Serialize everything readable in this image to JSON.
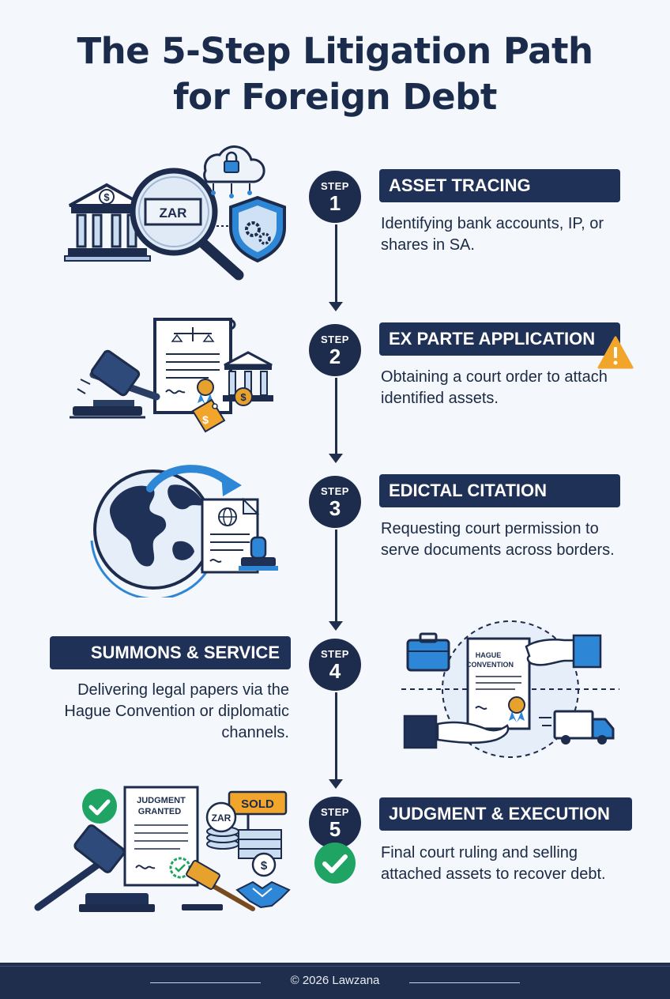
{
  "title": {
    "line1": "The 5-Step Litigation Path",
    "line2": "for Foreign Debt"
  },
  "steps": [
    {
      "label": "STEP",
      "number": "1",
      "heading": "ASSET TRACING",
      "description": "Identifying bank accounts, IP, or shares in SA."
    },
    {
      "label": "STEP",
      "number": "2",
      "heading": "EX PARTE APPLICATION",
      "description": "Obtaining a court order to attach identified assets."
    },
    {
      "label": "STEP",
      "number": "3",
      "heading": "EDICTAL CITATION",
      "description": "Requesting court permission to serve documents across borders."
    },
    {
      "label": "STEP",
      "number": "4",
      "heading": "SUMMONS & SERVICE",
      "description": "Delivering legal papers via the Hague Convention or diplomatic channels."
    },
    {
      "label": "STEP",
      "number": "5",
      "heading": "JUDGMENT & EXECUTION",
      "description": "Final court ruling and selling attached assets to recover debt."
    }
  ],
  "illustrations": {
    "step1": {
      "currency_label": "ZAR",
      "bank_symbol": "$"
    },
    "step2": {
      "tag_symbol": "$",
      "coin_symbol": "$"
    },
    "step4": {
      "document_line1": "HAGUE",
      "document_line2": "CONVENTION"
    },
    "step5": {
      "document_line1": "JUDGMENT",
      "document_line2": "GRANTED",
      "sign_label": "SOLD",
      "coin_label": "ZAR",
      "bag_symbol": "$"
    }
  },
  "footer": {
    "text": "© 2026 Lawzana"
  },
  "colors": {
    "navy": "#1d2c4c",
    "banner": "#1f3157",
    "accent_blue": "#2e86d6",
    "warning": "#f2a52b",
    "success": "#1fa463",
    "gold": "#e7a22d"
  }
}
